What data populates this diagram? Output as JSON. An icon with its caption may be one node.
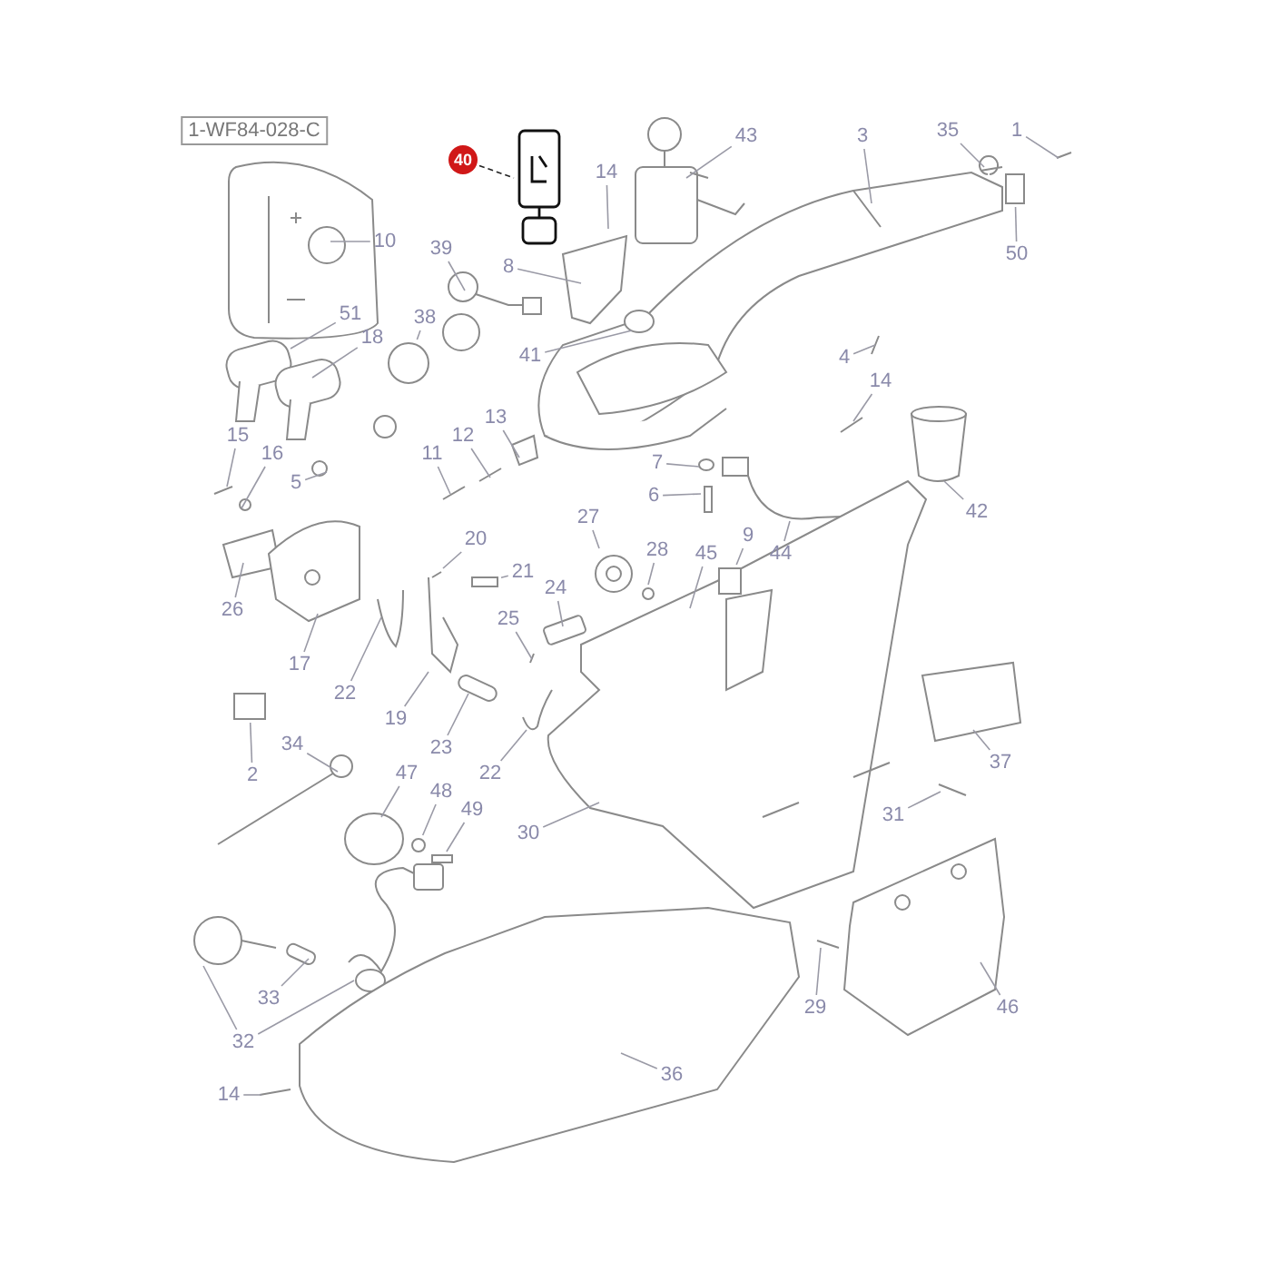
{
  "diagram": {
    "nodes": [
      {
        "text": [
          "1-WF84-028-C"
        ]
      },
      {
        "text": [
          "40"
        ]
      },
      {
        "text": [
          "43"
        ]
      },
      {
        "text": [
          "3"
        ]
      },
      {
        "text": [
          "35"
        ]
      },
      {
        "text": [
          "1"
        ]
      },
      {
        "text": [
          "14"
        ]
      },
      {
        "text": [
          "10"
        ]
      },
      {
        "text": [
          "39"
        ]
      },
      {
        "text": [
          "50"
        ]
      },
      {
        "text": [
          "8"
        ]
      },
      {
        "text": [
          "51"
        ]
      },
      {
        "text": [
          "38"
        ]
      },
      {
        "text": [
          "18"
        ]
      },
      {
        "text": [
          "41"
        ]
      },
      {
        "text": [
          "4"
        ]
      },
      {
        "text": [
          "14"
        ]
      },
      {
        "text": [
          "13"
        ]
      },
      {
        "text": [
          "15"
        ]
      },
      {
        "text": [
          "12"
        ]
      },
      {
        "text": [
          "16"
        ]
      },
      {
        "text": [
          "11"
        ]
      },
      {
        "text": [
          "7"
        ]
      },
      {
        "text": [
          "5"
        ]
      },
      {
        "text": [
          "6"
        ]
      },
      {
        "text": [
          "42"
        ]
      },
      {
        "text": [
          "27"
        ]
      },
      {
        "text": [
          "9"
        ]
      },
      {
        "text": [
          "20"
        ]
      },
      {
        "text": [
          "28"
        ]
      },
      {
        "text": [
          "45"
        ]
      },
      {
        "text": [
          "44"
        ]
      },
      {
        "text": [
          "21"
        ]
      },
      {
        "text": [
          "24"
        ]
      },
      {
        "text": [
          "26"
        ]
      },
      {
        "text": [
          "25"
        ]
      },
      {
        "text": [
          "17"
        ]
      },
      {
        "text": [
          "22"
        ]
      },
      {
        "text": [
          "19"
        ]
      },
      {
        "text": [
          "34"
        ]
      },
      {
        "text": [
          "23"
        ]
      },
      {
        "text": [
          "37"
        ]
      },
      {
        "text": [
          "22"
        ]
      },
      {
        "text": [
          "2"
        ]
      },
      {
        "text": [
          "47"
        ]
      },
      {
        "text": [
          "48"
        ]
      },
      {
        "text": [
          "49"
        ]
      },
      {
        "text": [
          "31"
        ]
      },
      {
        "text": [
          "30"
        ]
      },
      {
        "text": [
          "33"
        ]
      },
      {
        "text": [
          "29"
        ]
      },
      {
        "text": [
          "46"
        ]
      },
      {
        "text": [
          "32"
        ]
      },
      {
        "text": [
          "36"
        ]
      },
      {
        "text": [
          "14"
        ]
      },
      {
        "text": [],
        "shape": "picture"
      },
      {
        "text": [],
        "shape": "box"
      },
      {
        "text": [],
        "shape": "circle"
      },
      {
        "text": [],
        "shape": "box"
      },
      {
        "text": [],
        "shape": "box"
      },
      {
        "text": [],
        "shape": "box"
      },
      {
        "text": [],
        "shape": "circle"
      },
      {
        "text": [],
        "shape": "box"
      }
    ],
    "edges": [
      {
        "from": 1,
        "to": 55,
        "arrow": "none",
        "style": "dashed",
        "color": "#222222"
      },
      {
        "from": 2,
        "to": null,
        "arrow": "none"
      },
      {
        "from": 3,
        "to": null,
        "arrow": "none"
      },
      {
        "from": 4,
        "to": null,
        "arrow": "none"
      },
      {
        "from": 5,
        "to": null,
        "arrow": "none"
      },
      {
        "from": 6,
        "to": null,
        "arrow": "none"
      },
      {
        "from": 7,
        "to": null,
        "arrow": "none"
      },
      {
        "from": 8,
        "to": null,
        "arrow": "none"
      },
      {
        "from": 9,
        "to": 56,
        "arrow": "none"
      },
      {
        "from": 10,
        "to": null,
        "arrow": "none"
      },
      {
        "from": 11,
        "to": null,
        "arrow": "none"
      },
      {
        "from": 12,
        "to": 57,
        "arrow": "none"
      },
      {
        "from": 13,
        "to": null,
        "arrow": "none"
      },
      {
        "from": 14,
        "to": null,
        "arrow": "none"
      },
      {
        "from": 15,
        "to": null,
        "arrow": "none"
      },
      {
        "from": 16,
        "to": null,
        "arrow": "none"
      },
      {
        "from": 17,
        "to": null,
        "arrow": "none"
      },
      {
        "from": 18,
        "to": null,
        "arrow": "none"
      },
      {
        "from": 19,
        "to": null,
        "arrow": "none"
      },
      {
        "from": 20,
        "to": null,
        "arrow": "none"
      },
      {
        "from": 21,
        "to": null,
        "arrow": "none"
      },
      {
        "from": 22,
        "to": null,
        "arrow": "none"
      },
      {
        "from": 23,
        "to": null,
        "arrow": "none"
      },
      {
        "from": 24,
        "to": null,
        "arrow": "none"
      },
      {
        "from": 25,
        "to": null,
        "arrow": "none"
      },
      {
        "from": 26,
        "to": null,
        "arrow": "none"
      },
      {
        "from": 27,
        "to": 58,
        "arrow": "none"
      },
      {
        "from": 28,
        "to": null,
        "arrow": "none"
      },
      {
        "from": 29,
        "to": null,
        "arrow": "none"
      },
      {
        "from": 30,
        "to": null,
        "arrow": "none"
      },
      {
        "from": 31,
        "to": null,
        "arrow": "none"
      },
      {
        "from": 32,
        "to": 59,
        "arrow": "none"
      },
      {
        "from": 33,
        "to": null,
        "arrow": "none"
      },
      {
        "from": 34,
        "to": null,
        "arrow": "none"
      },
      {
        "from": 35,
        "to": null,
        "arrow": "none"
      },
      {
        "from": 36,
        "to": null,
        "arrow": "none"
      },
      {
        "from": 37,
        "to": null,
        "arrow": "none"
      },
      {
        "from": 38,
        "to": null,
        "arrow": "none"
      },
      {
        "from": 39,
        "to": null,
        "arrow": "none"
      },
      {
        "from": 40,
        "to": null,
        "arrow": "none"
      },
      {
        "from": 41,
        "to": null,
        "arrow": "none"
      },
      {
        "from": 42,
        "to": null,
        "arrow": "none"
      },
      {
        "from": 43,
        "to": 60,
        "arrow": "none"
      },
      {
        "from": 44,
        "to": null,
        "arrow": "none"
      },
      {
        "from": 45,
        "to": 61,
        "arrow": "none"
      },
      {
        "from": 46,
        "to": 62,
        "arrow": "none"
      },
      {
        "from": 47,
        "to": null,
        "arrow": "none"
      },
      {
        "from": 48,
        "to": null,
        "arrow": "none"
      },
      {
        "from": 49,
        "to": null,
        "arrow": "none"
      },
      {
        "from": 50,
        "to": null,
        "arrow": "none"
      },
      {
        "from": 51,
        "to": null,
        "arrow": "none"
      },
      {
        "from": 52,
        "to": null,
        "arrow": "none"
      },
      {
        "from": 52,
        "to": null,
        "arrow": "none"
      },
      {
        "from": 53,
        "to": null,
        "arrow": "none"
      },
      {
        "from": 54,
        "to": null,
        "arrow": "none"
      }
    ]
  }
}
